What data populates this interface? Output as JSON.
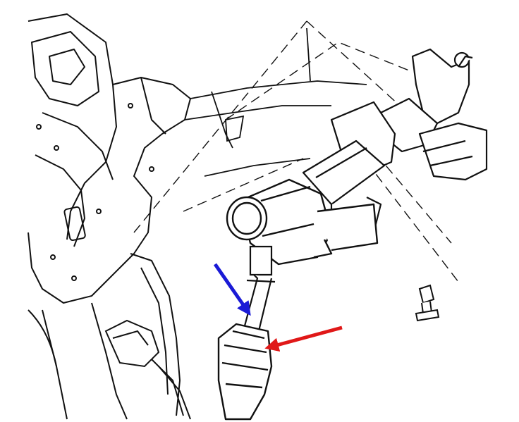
{
  "diagram": {
    "style": "black line-art technical illustration",
    "background_color": "#ffffff",
    "line_color": "#111111",
    "parts": [
      "dashboard-frame",
      "steering-column",
      "electric-motor-housing",
      "ignition-switch-assembly",
      "intermediate-shaft",
      "rubber-boot",
      "mounting-bolt",
      "pedal-bracket"
    ],
    "arrows": [
      {
        "id": "blue-arrow",
        "color": "#1a1ad6",
        "points_to": "intermediate-shaft"
      },
      {
        "id": "red-arrow",
        "color": "#e01818",
        "points_to": "rubber-boot"
      }
    ]
  }
}
